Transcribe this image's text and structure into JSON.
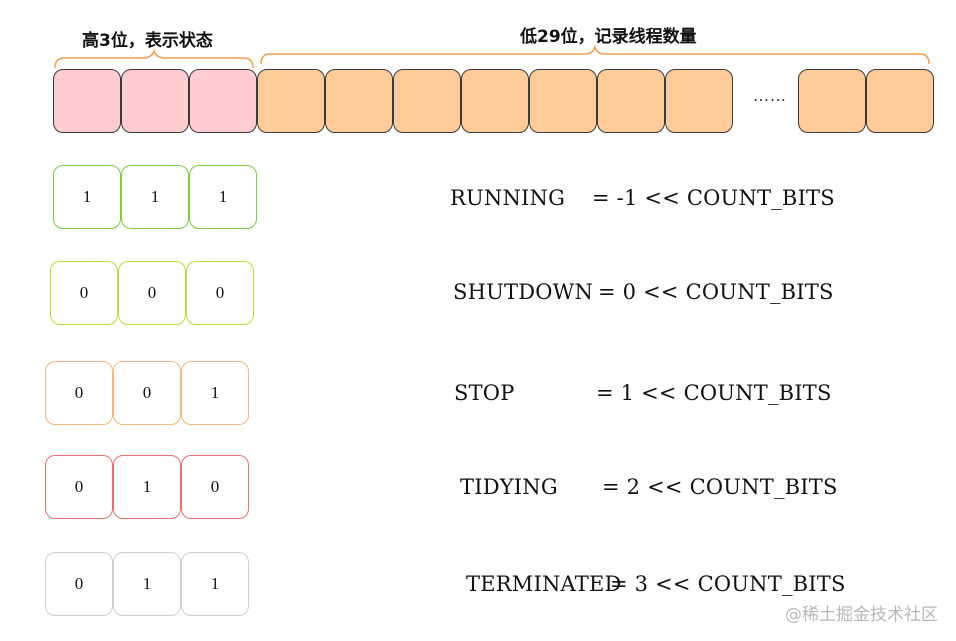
{
  "header": {
    "high_bits_label": "高3位，表示状态",
    "low_bits_label": "低29位，记录线程数量",
    "ellipsis": "……"
  },
  "colors": {
    "high_cell_fill": "#ffccd0",
    "low_cell_fill": "#ffcc99",
    "brace": "#f0a050",
    "running_border": "#7ccc44",
    "shutdown_border": "#c8d63c",
    "stop_border": "#f2b880",
    "tidying_border": "#e87070",
    "terminated_border": "#cfcfcf"
  },
  "states": [
    {
      "name": "RUNNING",
      "expr": "= -1 << COUNT_BITS",
      "bits": [
        "1",
        "1",
        "1"
      ]
    },
    {
      "name": "SHUTDOWN",
      "expr": "= 0 << COUNT_BITS",
      "bits": [
        "0",
        "0",
        "0"
      ]
    },
    {
      "name": "STOP",
      "expr": "= 1 << COUNT_BITS",
      "bits": [
        "0",
        "0",
        "1"
      ]
    },
    {
      "name": "TIDYING",
      "expr": "= 2 << COUNT_BITS",
      "bits": [
        "0",
        "1",
        "0"
      ]
    },
    {
      "name": "TERMINATED",
      "expr": "= 3 << COUNT_BITS",
      "bits": [
        "0",
        "1",
        "1"
      ]
    }
  ],
  "watermark": "@稀土掘金技术社区"
}
